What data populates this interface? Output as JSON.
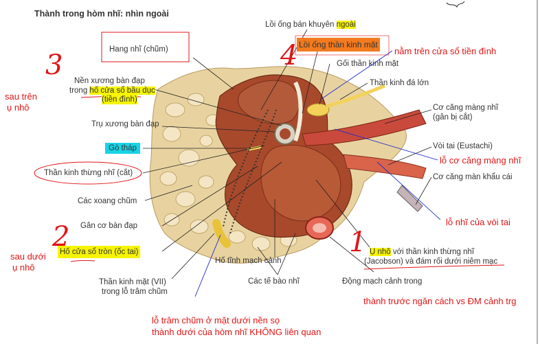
{
  "title": "Thành trong hòm nhĩ: nhìn ngoài",
  "labels": {
    "hang_nhi": "Hang nhĩ (chũm)",
    "nen_xuong_1": "Nền xương bàn đạp",
    "nen_xuong_2a": "trong ",
    "nen_xuong_2b": "hố cửa sổ bầu dục",
    "nen_xuong_3": "(tiền đình)",
    "tru_xuong": "Trụ xương bàn đạp",
    "go_thap": "Gò tháp",
    "than_kinh_thung_nhi": "Thần kinh thừng nhĩ (cắt)",
    "cac_xoang_chum": "Các xoang chũm",
    "gan_co_ban_dap": "Gân cơ bàn đạp",
    "ho_cua_so_tron": "Hố cửa sổ tròn (ốc tai)",
    "than_kinh_mat_1": "Thần kinh mặt (VII)",
    "than_kinh_mat_2": "trong lỗ trâm chũm",
    "ho_tinh_mach": "Hố tĩnh mạch cảnh",
    "cac_te_bao": "Các tế bào nhĩ",
    "dong_mach": "Động mạch cảnh trong",
    "u_nho_a": "Ụ nhô",
    "u_nho_b": " với thần kinh thừng nhĩ",
    "jacobson": "(Jacobson) và đám rối dưới niêm mạc",
    "loi_ong_ban_khuyen_a": "Lồi ống bán khuyên ",
    "loi_ong_ban_khuyen_b": "ngoài",
    "loi_ong_than_kinh": "Lồi ống thần kinh mặt",
    "goi_than_kinh": "Gối thần kinh mặt",
    "than_kinh_da_lon": "Thần kinh đá lớn",
    "co_cang_mang_nhi_1": "Cơ căng màng nhĩ",
    "co_cang_mang_nhi_2": "(gân bị cắt)",
    "voi_tai": "Vòi tai (Eustachi)",
    "co_cang_man": "Cơ căng màn khẩu cái"
  },
  "annotations": {
    "nam_tren": "nằm trên cửa sổ tiền đình",
    "sau_tren_1": "sau trên",
    "sau_tren_2": "ụ nhô",
    "sau_duoi_1": "sau dưới",
    "sau_duoi_2": "ụ nhô",
    "lo_co_cang": "lỗ cơ căng màng nhĩ",
    "lo_nhi": "lỗ nhĩ của vòi tai",
    "thanh_truoc": "thành trước ngăn cách vs ĐM cảnh trg",
    "lo_tram_chum": "lỗ trâm chũm ở mặt dưới nền sọ",
    "thanh_duoi": "thành dưới của hòm nhĩ KHÔNG liên quan",
    "num3": "3",
    "num4": "4",
    "num2": "2",
    "num1": "1"
  },
  "colors": {
    "highlight_yellow": "#f6f400",
    "highlight_cyan": "#19d3e6",
    "highlight_orange": "#f27a1f",
    "annotation_red": "#e01515",
    "annotation_blue": "#1a2bd0"
  }
}
